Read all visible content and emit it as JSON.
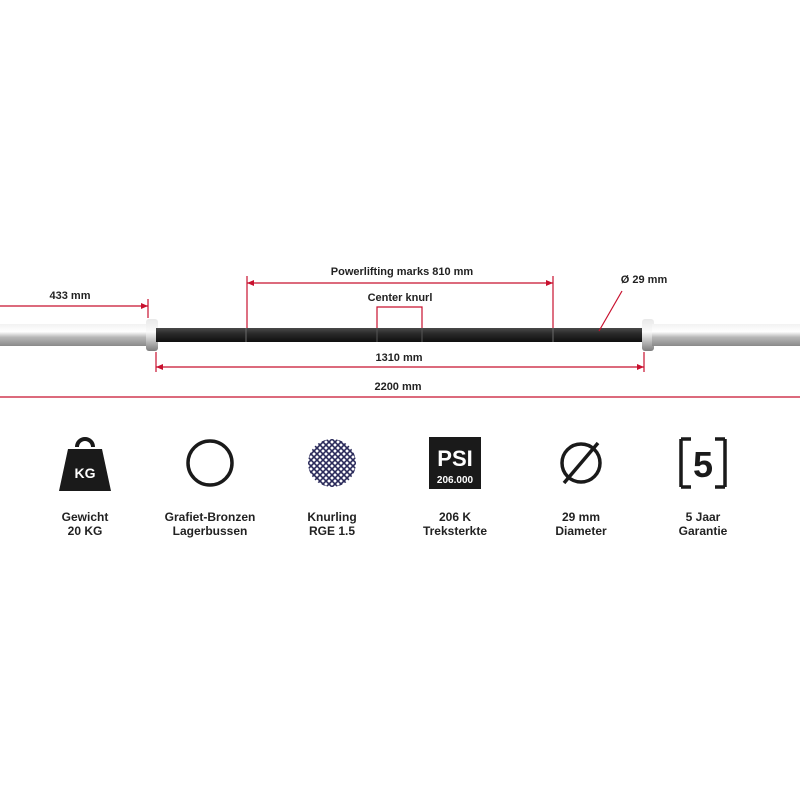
{
  "dimensions": {
    "powerlifting_marks": "Powerlifting marks 810 mm",
    "center_knurl": "Center knurl",
    "sleeve_length": "433 mm",
    "diameter": "Ø 29 mm",
    "shaft_length": "1310 mm",
    "total_length": "2200 mm"
  },
  "colors": {
    "dimension_line": "#c8102e",
    "shaft": "#1c1c1c",
    "sleeve": "#c9c9c9",
    "icon": "#1a1a1a"
  },
  "features": [
    {
      "icon": "kettlebell-weight-icon",
      "icon_text": "KG",
      "line1": "Gewicht",
      "line2": "20 KG"
    },
    {
      "icon": "ring-bushing-icon",
      "line1": "Grafiet-Bronzen",
      "line2": "Lagerbussen"
    },
    {
      "icon": "knurling-pattern-icon",
      "line1": "Knurling",
      "line2": "RGE 1.5"
    },
    {
      "icon": "psi-badge-icon",
      "icon_text": "PSI",
      "icon_subtext": "206.000",
      "line1": "206 K",
      "line2": "Treksterkte"
    },
    {
      "icon": "diameter-symbol-icon",
      "line1": "29 mm",
      "line2": "Diameter"
    },
    {
      "icon": "warranty-five-icon",
      "icon_text": "5",
      "line1": "5 Jaar",
      "line2": "Garantie"
    }
  ]
}
